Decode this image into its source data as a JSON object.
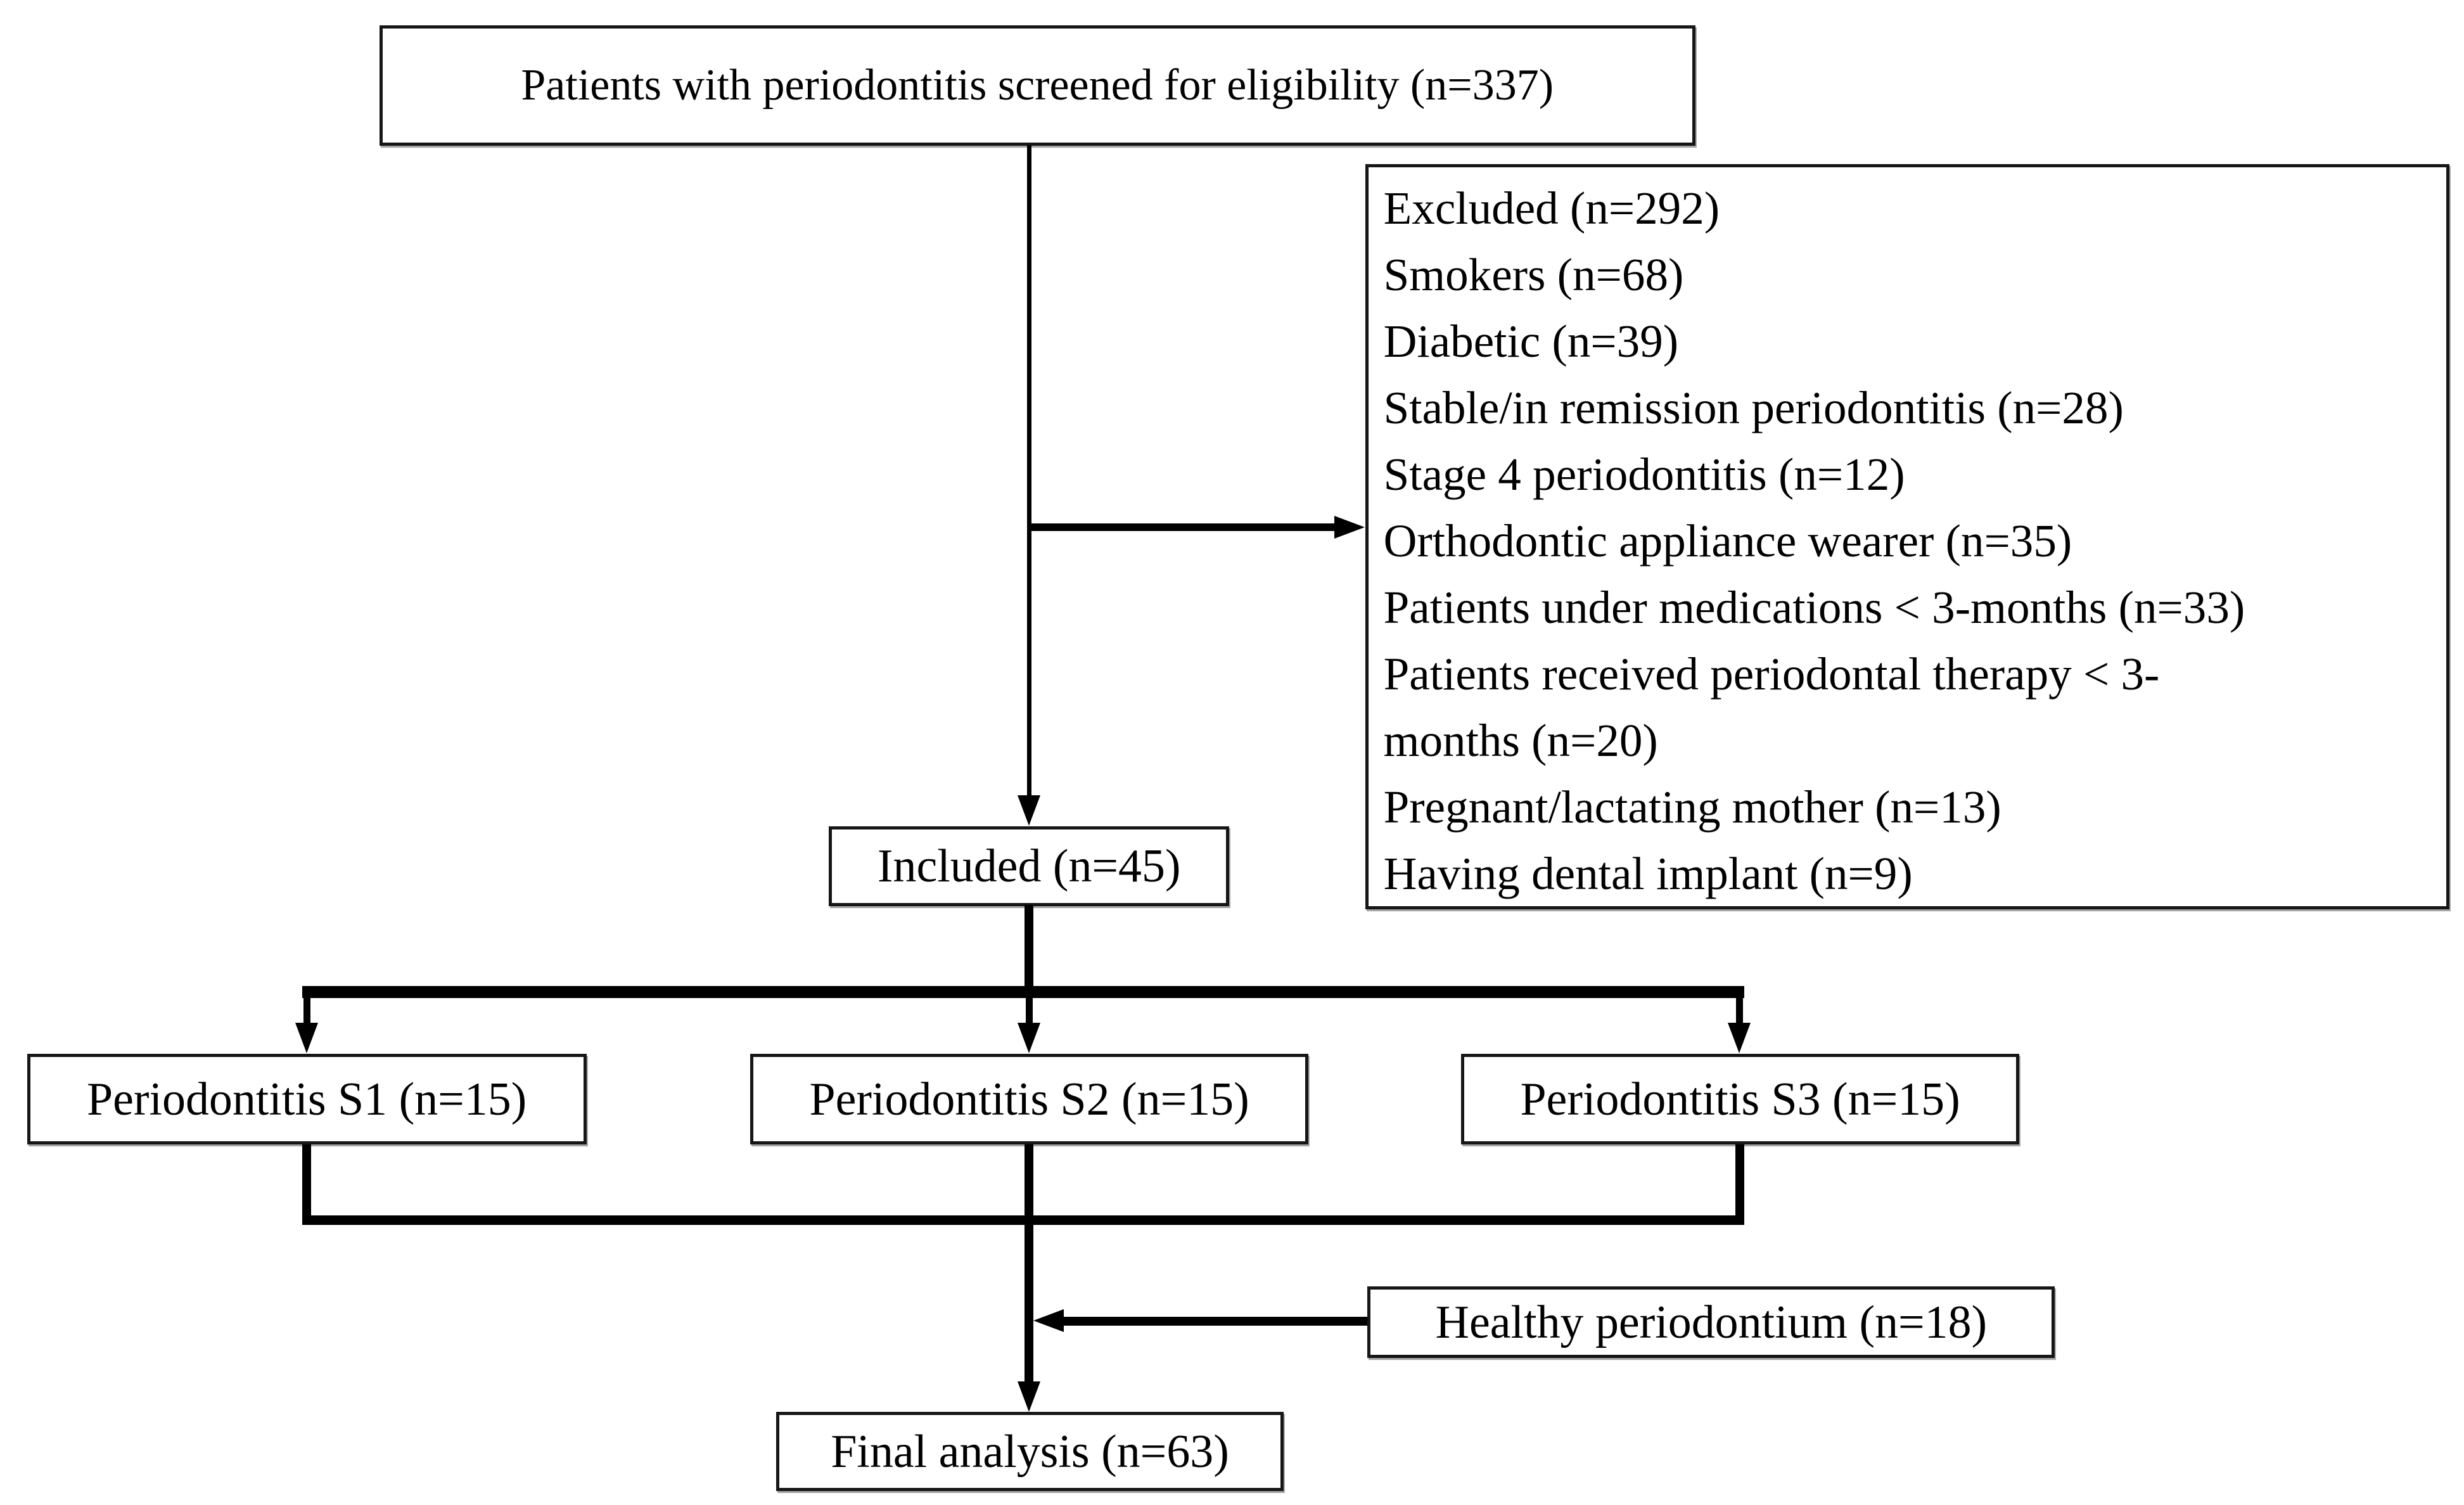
{
  "figure": {
    "type": "patient-flow-diagram",
    "colors": {
      "background": "#ffffff",
      "line": "#000000",
      "text": "#000000",
      "box_fill": "#ffffff",
      "box_border": "#161616"
    },
    "boxes": {
      "screening": {
        "label": "Patients with periodontitis screened for eligibility (n=337)"
      },
      "excluded": {
        "lines": [
          "Excluded (n=292)",
          "Smokers (n=68)",
          "Diabetic (n=39)",
          "Stable/in remission periodontitis (n=28)",
          "Stage 4 periodontitis (n=12)",
          "Orthodontic appliance wearer (n=35)",
          "Patients under medications < 3-months (n=33)",
          "Patients received periodontal therapy < 3-",
          "months (n=20)",
          "Pregnant/lactating mother (n=13)",
          "Having dental implant (n=9)"
        ]
      },
      "included": {
        "label": "Included (n=45)"
      },
      "periodontitis_s1": {
        "label": "Periodontitis S1 (n=15)"
      },
      "periodontitis_s2": {
        "label": "Periodontitis S2 (n=15)"
      },
      "periodontitis_s3": {
        "label": "Periodontitis S3 (n=15)"
      },
      "healthy": {
        "label": "Healthy periodontium (n=18)"
      },
      "final": {
        "label": "Final analysis (n=63)"
      }
    }
  }
}
